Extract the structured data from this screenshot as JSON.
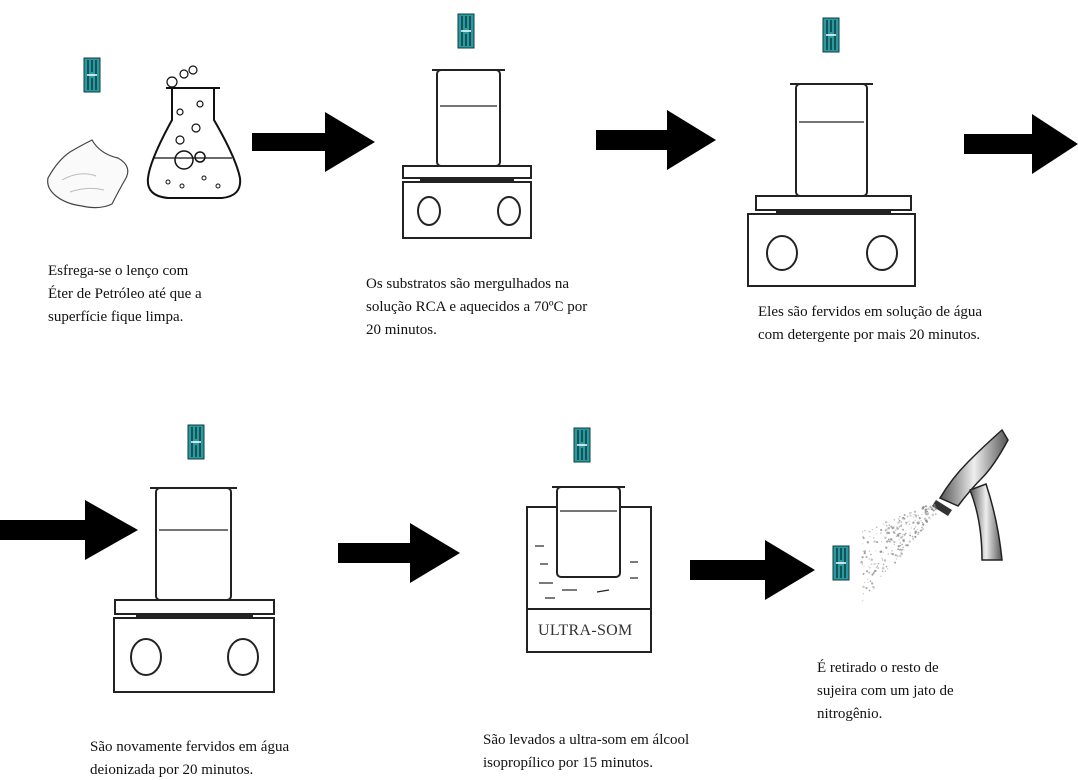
{
  "steps": [
    {
      "caption": "Esfrega-se o lenço com\nÉter de Petróleo até que a\nsuperfície fique limpa."
    },
    {
      "caption": "Os substratos são mergulhados na\nsolução RCA e aquecidos a 70ºC por\n20 minutos."
    },
    {
      "caption": "Eles são fervidos em solução de água\ncom detergente por mais 20 minutos."
    },
    {
      "caption": "São novamente fervidos em água\ndeionizada por 20 minutos."
    },
    {
      "caption": "São levados a ultra-som em álcool\nisopropílico por 15 minutos."
    },
    {
      "caption": "É retirado o resto de\nsujeira com um jato de\nnitrogênio."
    }
  ],
  "ultrasound_label": "ULTRA-SOM",
  "colors": {
    "substrate": "#2a9aa0",
    "arrow": "#000000",
    "line": "#222222"
  }
}
